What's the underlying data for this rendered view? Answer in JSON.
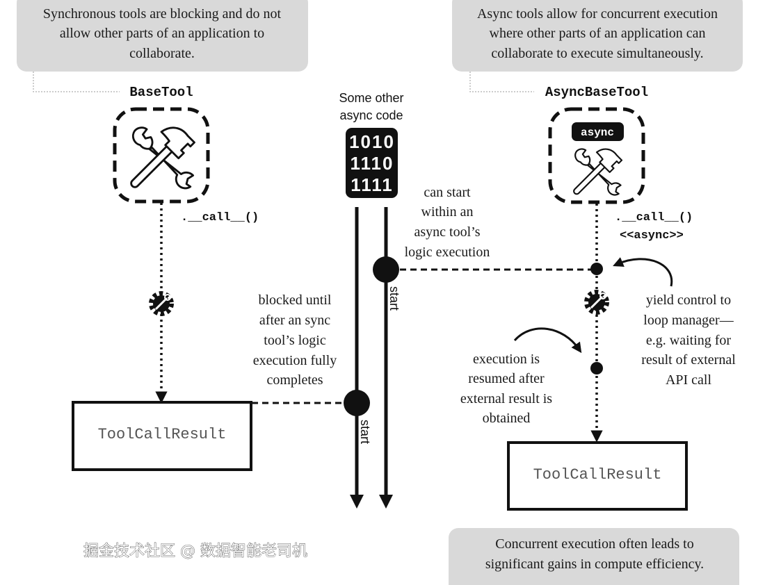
{
  "sync_side": {
    "callout": [
      "Synchronous tools are blocking and do not",
      "allow other parts of an application to",
      "collaborate."
    ],
    "tool_name": "BaseTool",
    "call_label": ".__call__()",
    "result_label": "ToolCallResult",
    "blocked_note": [
      "blocked until",
      "after an sync",
      "tool’s logic",
      "execution fully",
      "completes"
    ],
    "start_label": "start"
  },
  "middle": {
    "title": [
      "Some other",
      "async code"
    ],
    "binary": [
      "1010",
      "1110",
      "1111"
    ],
    "can_start_note": [
      "can start",
      "within an",
      "async tool’s",
      "logic execution"
    ],
    "start_label": "start"
  },
  "async_side": {
    "callout": [
      "Async tools allow for concurrent execution",
      "where other parts of an application can",
      "collaborate to execute simultaneously."
    ],
    "tool_name": "AsyncBaseTool",
    "async_badge": "async",
    "call_label": ".__call__()",
    "stereotype": "<<async>>",
    "yield_note": [
      "yield control to",
      "loop manager—",
      "e.g. waiting for",
      "result of external",
      "API call"
    ],
    "resumed_note": [
      "execution is",
      "resumed after",
      "external result is",
      "obtained"
    ],
    "result_label": "ToolCallResult"
  },
  "bottom_callout": [
    "Concurrent execution often leads to",
    "significant gains in compute efficiency."
  ],
  "watermark": "掘金技术社区 @ 数据智能老司机"
}
